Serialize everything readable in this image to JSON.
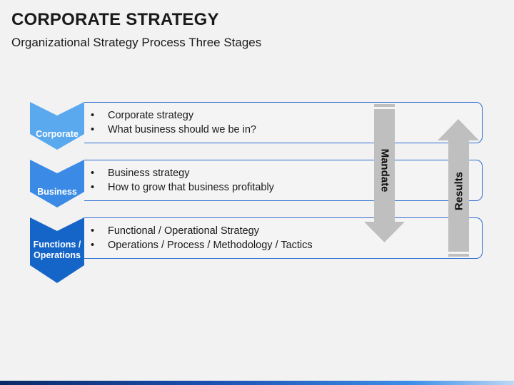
{
  "header": {
    "title": "CORPORATE STRATEGY",
    "subtitle": "Organizational Strategy Process Three Stages"
  },
  "stages": [
    {
      "label": "Corporate",
      "bullets": [
        "Corporate strategy",
        "What business should we be in?"
      ],
      "color": "#5aa9ef"
    },
    {
      "label": "Business",
      "bullets": [
        "Business strategy",
        "How to grow that business profitably"
      ],
      "color": "#3b8ae6"
    },
    {
      "label_lines": [
        "Functions /",
        "Operations"
      ],
      "bullets": [
        "Functional / Operational Strategy",
        "Operations / Process / Methodology / Tactics"
      ],
      "color": "#1565c8"
    }
  ],
  "arrows": {
    "mandate": {
      "label": "Mandate",
      "direction": "down",
      "color": "#bfbfbf"
    },
    "results": {
      "label": "Results",
      "direction": "up",
      "color": "#bfbfbf"
    }
  },
  "colors": {
    "box_border": "#2e6fd1",
    "background": "#f2f2f2"
  }
}
